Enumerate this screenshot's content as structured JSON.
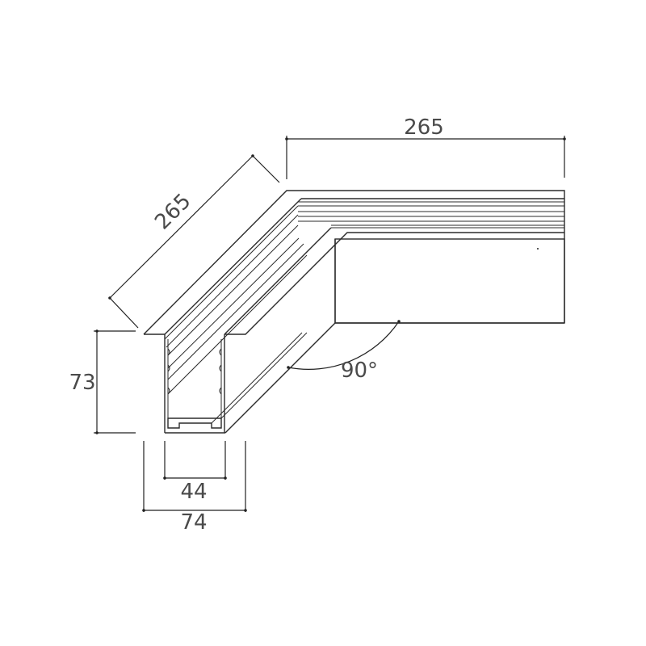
{
  "dimensions": {
    "top_length": "265",
    "diag_length": "265",
    "height": "73",
    "inner_width": "44",
    "outer_width": "74",
    "angle": "90°"
  }
}
